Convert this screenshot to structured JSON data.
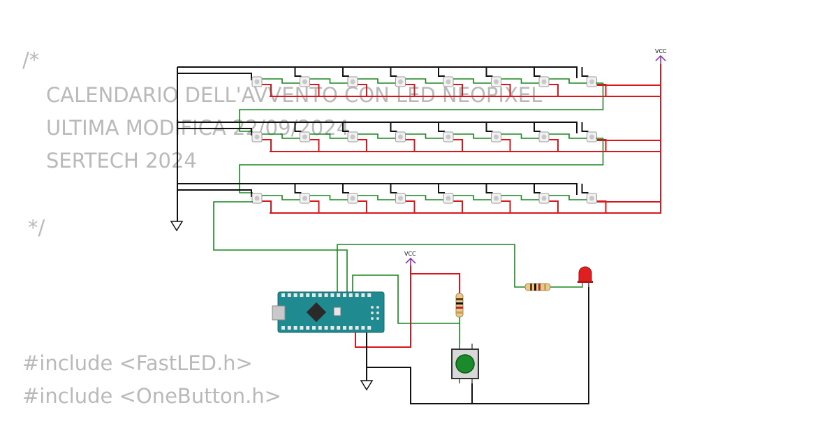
{
  "code_comment": {
    "open": "/*",
    "line1": "CALENDARIO DELL'AVVENTO CON LED NEOPIXEL",
    "line2": "ULTIMA MODIFICA 22/09/2024",
    "line3": "SERTECH 2024",
    "close": "*/"
  },
  "includes": {
    "line1": "#include <FastLED.h>",
    "line2": "#include <OneButton.h>"
  },
  "power": {
    "vcc_top": "VCC",
    "vcc_mid": "VCC"
  },
  "components": {
    "led_strip_rows": 3,
    "leds_per_row": 8,
    "microcontroller": "arduino-nano",
    "pushbutton_color": "#1a8a2a",
    "indicator_led_color": "#e02020"
  },
  "colors": {
    "ground_wire": "#111111",
    "power_wire": "#d8171d",
    "data_wire": "#18861e",
    "vcc_symbol": "#8a22b0",
    "board": "#1f8a8f",
    "comment_text": "#b9b9b9"
  }
}
